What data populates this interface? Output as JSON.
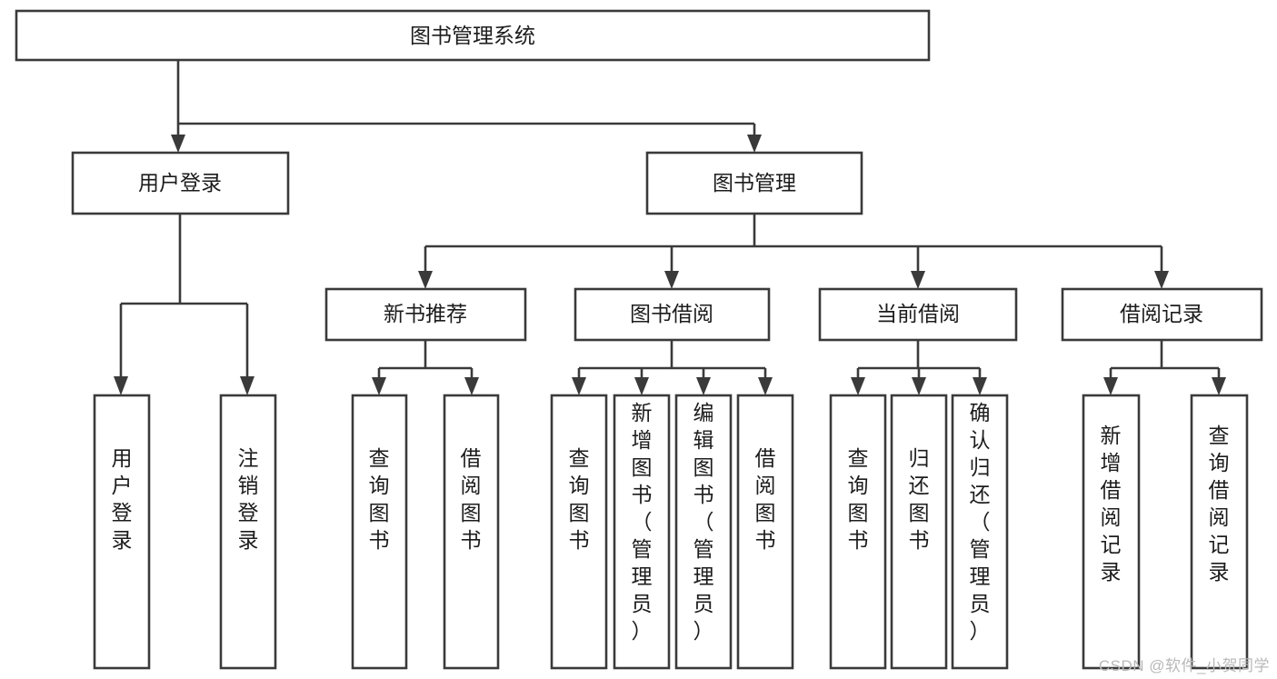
{
  "diagram": {
    "type": "tree",
    "title": "图书管理系统",
    "watermark": "CSDN @软件_小贺同学",
    "colors": {
      "box_stroke": "#3a3a3a",
      "box_fill": "#ffffff",
      "connector": "#3a3a3a",
      "text": "#1c1c1c",
      "watermark": "#b9b9b9",
      "background": "#ffffff"
    },
    "nodes": {
      "root": {
        "label": "图书管理系统",
        "orientation": "horizontal"
      },
      "level1": [
        {
          "id": "user-login",
          "label": "用户登录",
          "orientation": "horizontal"
        },
        {
          "id": "book-management",
          "label": "图书管理",
          "orientation": "horizontal"
        }
      ],
      "level2": [
        {
          "id": "new-book-recommend",
          "label": "新书推荐",
          "orientation": "horizontal"
        },
        {
          "id": "book-borrow",
          "label": "图书借阅",
          "orientation": "horizontal"
        },
        {
          "id": "current-borrow",
          "label": "当前借阅",
          "orientation": "horizontal"
        },
        {
          "id": "borrow-record",
          "label": "借阅记录",
          "orientation": "horizontal"
        }
      ],
      "leaves": {
        "user-login": [
          {
            "id": "leaf-user-login",
            "label": "用户登录",
            "orientation": "vertical"
          },
          {
            "id": "leaf-logout",
            "label": "注销登录",
            "orientation": "vertical"
          }
        ],
        "new-book-recommend": [
          {
            "id": "leaf-query-book-1",
            "label": "查询图书",
            "orientation": "vertical"
          },
          {
            "id": "leaf-borrow-book-1",
            "label": "借阅图书",
            "orientation": "vertical"
          }
        ],
        "book-borrow": [
          {
            "id": "leaf-query-book-2",
            "label": "查询图书",
            "orientation": "vertical"
          },
          {
            "id": "leaf-add-book",
            "label": "新增图书（管理员）",
            "orientation": "vertical"
          },
          {
            "id": "leaf-edit-book",
            "label": "编辑图书（管理员）",
            "orientation": "vertical"
          },
          {
            "id": "leaf-borrow-book-2",
            "label": "借阅图书",
            "orientation": "vertical"
          }
        ],
        "current-borrow": [
          {
            "id": "leaf-query-book-3",
            "label": "查询图书",
            "orientation": "vertical"
          },
          {
            "id": "leaf-return-book",
            "label": "归还图书",
            "orientation": "vertical"
          },
          {
            "id": "leaf-confirm-return",
            "label": "确认归还（管理员）",
            "orientation": "vertical"
          }
        ],
        "borrow-record": [
          {
            "id": "leaf-add-record",
            "label": "新增借阅记录",
            "orientation": "vertical"
          },
          {
            "id": "leaf-query-record",
            "label": "查询借阅记录",
            "orientation": "vertical"
          }
        ]
      }
    }
  }
}
